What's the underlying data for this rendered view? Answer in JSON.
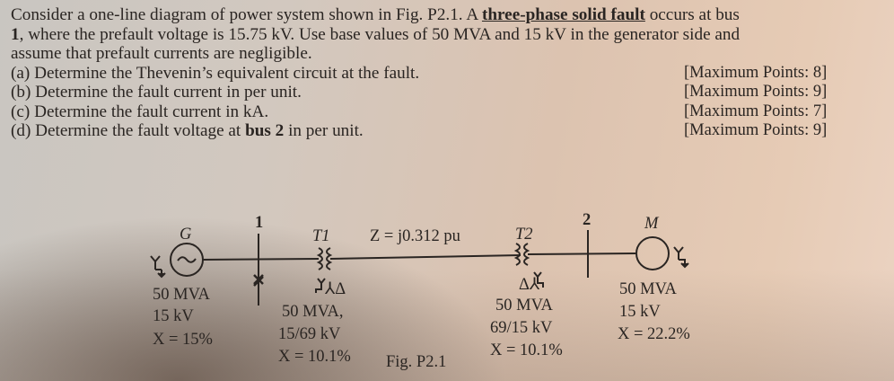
{
  "problem": {
    "intro_part1": "Consider a one-line diagram of power system shown in Fig. P2.1. A ",
    "intro_emphasis": "three-phase solid fault",
    "intro_part2": " occurs at bus",
    "line2_bus": "1",
    "line2_rest": ", where the prefault voltage is 15.75 kV. Use base values of 50 MVA and 15 kV in the generator side and",
    "line3": "assume that prefault currents are negligible.",
    "questions": [
      {
        "label": "(a) Determine the Thevenin’s equivalent circuit at the fault.",
        "points": "[Maximum Points: 8]"
      },
      {
        "label": "(b) Determine the fault current in per unit.",
        "points": "[Maximum Points: 9]"
      },
      {
        "label": "(c) Determine the fault current in kA.",
        "points": "[Maximum Points: 7]"
      },
      {
        "label_pre": "(d) Determine the fault voltage at ",
        "label_bold": "bus 2",
        "label_post": " in per unit.",
        "points": "[Maximum Points: 9]"
      }
    ]
  },
  "diagram": {
    "caption": "Fig. P2.1",
    "line_impedance": "Z = j0.312 pu",
    "bus1": "1",
    "bus2": "2",
    "generator": {
      "name": "G",
      "rating": "50 MVA",
      "voltage": "15 kV",
      "reactance": "X = 15%"
    },
    "t1": {
      "name": "T1",
      "rating": "50 MVA,",
      "voltage": "15/69 kV",
      "reactance": "X = 10.1%",
      "connection": "⅄Δ"
    },
    "t2": {
      "name": "T2",
      "rating": "50 MVA",
      "voltage": "69/15 kV",
      "reactance": "X = 10.1%",
      "connection": "Δ⅄"
    },
    "motor": {
      "name": "M",
      "rating": "50 MVA",
      "voltage": "15 kV",
      "reactance": "X = 22.2%"
    }
  },
  "colors": {
    "ink": "#2a2522",
    "paper_left": "#c9c6c1",
    "paper_right": "#ebd3c2"
  }
}
